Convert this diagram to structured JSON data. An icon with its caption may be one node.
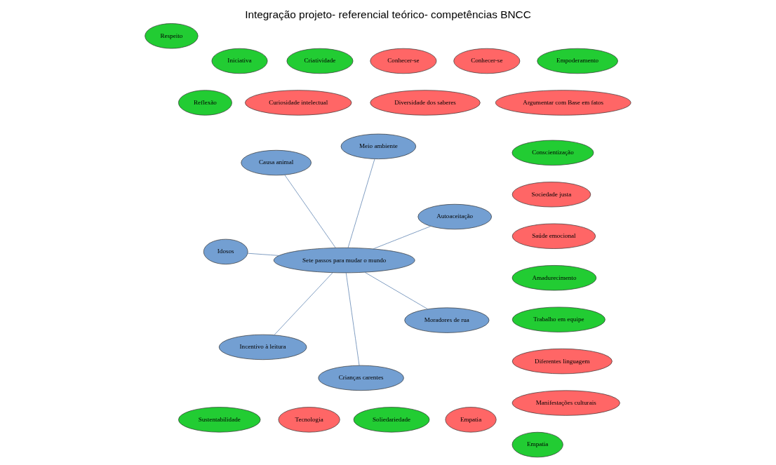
{
  "diagram": {
    "title": "Integração projeto- referencial teórico- competências BNCC",
    "nodes": [
      {
        "text": [
          "Saúde emocional"
        ]
      },
      {
        "text": [
          "Causa animal"
        ]
      },
      {
        "text": [
          "Autoaceitação"
        ]
      },
      {
        "text": [
          "Sociedade justa"
        ]
      },
      {
        "text": [
          "Amadurecimento"
        ]
      },
      {
        "text": [
          "Empatia"
        ]
      },
      {
        "text": [
          "Crianças carentes"
        ]
      },
      {
        "text": [
          "Sete passos para mudar o mundo"
        ]
      },
      {
        "text": [
          "Meio ambiente"
        ]
      },
      {
        "text": [
          "Tecnologia"
        ]
      },
      {
        "text": [
          "Iniciativa"
        ]
      },
      {
        "text": [
          "Conhecer-se"
        ]
      },
      {
        "text": [
          "Curiosidade intelectual"
        ]
      },
      {
        "text": [
          "Reflexão"
        ]
      },
      {
        "text": [
          "Idosos"
        ]
      },
      {
        "text": [
          "Incentivo à leitura"
        ]
      },
      {
        "text": [
          "Moradores de rua"
        ]
      },
      {
        "text": [
          "Conhecer-se"
        ]
      },
      {
        "text": [
          "Manifestações culturais"
        ]
      },
      {
        "text": [
          "Diferentes linguagem"
        ]
      },
      {
        "text": [
          "Conscientização"
        ]
      },
      {
        "text": [
          "Argumentar com Base em fatos"
        ]
      },
      {
        "text": [
          "Diversidade dos saberes"
        ]
      },
      {
        "text": [
          "Criatividade"
        ]
      },
      {
        "text": [
          "Trabalho em equipe"
        ]
      },
      {
        "text": [
          "Empatia"
        ]
      },
      {
        "text": [
          "Respeito"
        ]
      },
      {
        "text": [
          "Soliedariedade"
        ]
      },
      {
        "text": [
          "Sustentabilidade"
        ]
      },
      {
        "text": [
          "Empoderamento"
        ]
      }
    ],
    "edges": [
      {
        "from": 7,
        "to": 1,
        "arrow": "none"
      },
      {
        "from": 7,
        "to": 2,
        "arrow": "none"
      },
      {
        "from": 7,
        "to": 8,
        "arrow": "none"
      },
      {
        "from": 7,
        "to": 16,
        "arrow": "none"
      },
      {
        "from": 7,
        "to": 15,
        "arrow": "none"
      },
      {
        "from": 7,
        "to": 14,
        "arrow": "none"
      },
      {
        "from": 7,
        "to": 6,
        "arrow": "none"
      }
    ]
  }
}
